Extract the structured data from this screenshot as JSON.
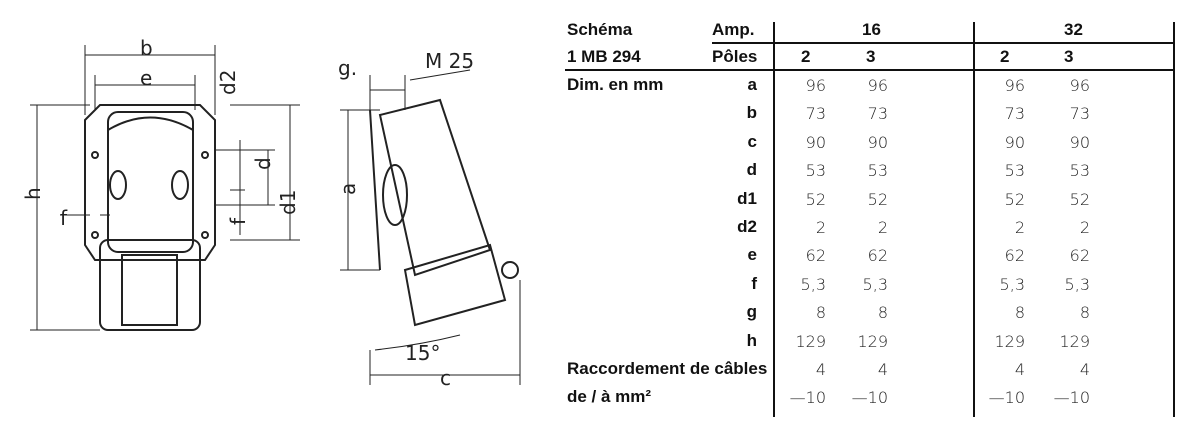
{
  "drawing_labels": {
    "b": "b",
    "e": "e",
    "d2": "d2",
    "d": "d",
    "d1": "d1",
    "f_right": "f",
    "h": "h",
    "f_left": "f",
    "g": "g.",
    "thread": "M 25",
    "a": "a",
    "angle": "15°",
    "c": "c"
  },
  "table": {
    "schema_label": "Schéma",
    "model": "1 MB 294",
    "amp_label": "Amp.",
    "poles_label": "Pôles",
    "dim_label": "Dim. en mm",
    "amps": [
      "16",
      "32"
    ],
    "poles": [
      "2",
      "3",
      "2",
      "3"
    ],
    "rows": [
      {
        "key": "a",
        "values": [
          "96",
          "96",
          "96",
          "96"
        ]
      },
      {
        "key": "b",
        "values": [
          "73",
          "73",
          "73",
          "73"
        ]
      },
      {
        "key": "c",
        "values": [
          "90",
          "90",
          "90",
          "90"
        ]
      },
      {
        "key": "d",
        "values": [
          "53",
          "53",
          "53",
          "53"
        ]
      },
      {
        "key": "d1",
        "values": [
          "52",
          "52",
          "52",
          "52"
        ]
      },
      {
        "key": "d2",
        "values": [
          "2",
          "2",
          "2",
          "2"
        ]
      },
      {
        "key": "e",
        "values": [
          "62",
          "62",
          "62",
          "62"
        ]
      },
      {
        "key": "f",
        "values": [
          "5,3",
          "5,3",
          "5,3",
          "5,3"
        ]
      },
      {
        "key": "g",
        "values": [
          "8",
          "8",
          "8",
          "8"
        ]
      },
      {
        "key": "h",
        "values": [
          "129",
          "129",
          "129",
          "129"
        ]
      }
    ],
    "cable_label": "Raccordement de câbles",
    "cable_min": [
      "4",
      "4",
      "4",
      "4"
    ],
    "cable_unit_label": "de / à mm²",
    "cable_max": [
      "—10",
      "—10",
      "—10",
      "—10"
    ]
  }
}
